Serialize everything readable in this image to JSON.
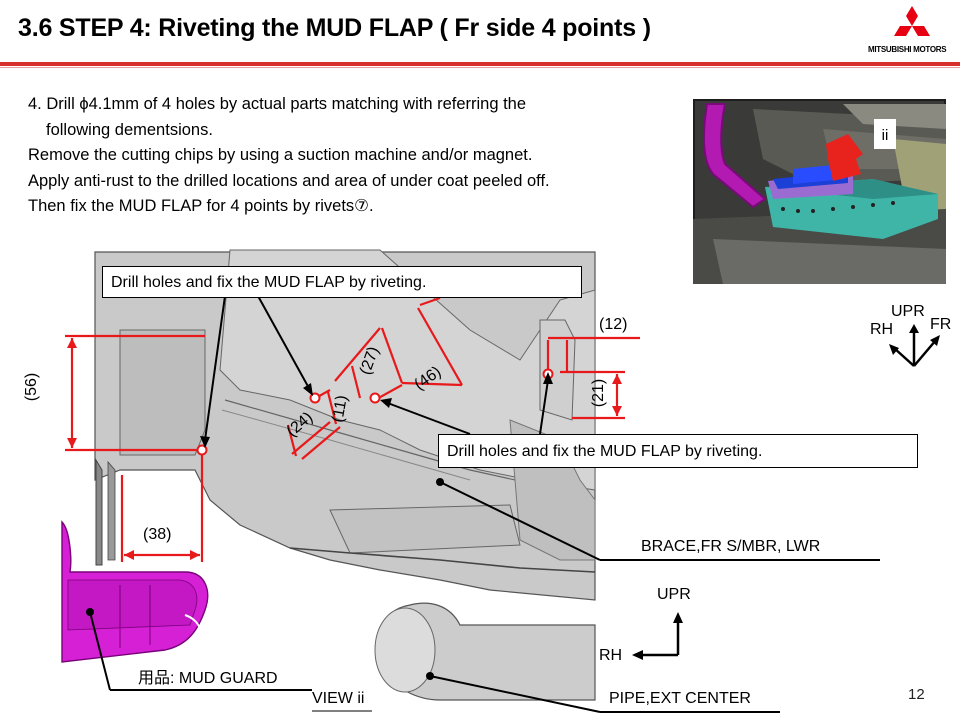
{
  "title": "3.6 STEP 4: Riveting the MUD FLAP ( Fr side 4 points )",
  "brand": {
    "name": "MITSUBISHI MOTORS",
    "accent": "#d8302c"
  },
  "instructions": [
    "4. Drill ϕ4.1mm of 4 holes by actual parts matching with referring the",
    "following dementsions.",
    "Remove the cutting chips by using a suction machine and/or magnet.",
    "Apply anti-rust to the drilled locations and area of under coat peeled off.",
    "Then fix the MUD FLAP for 4 points by rivets⑦."
  ],
  "callouts": {
    "top": "Drill holes and fix the MUD FLAP by riveting.",
    "middle": "Drill holes and fix the MUD FLAP by riveting."
  },
  "dimensions": [
    "(56)",
    "(38)",
    "(24)",
    "(11)",
    "(27)",
    "(46)",
    "(12)",
    "(21)"
  ],
  "labels": {
    "brace": "BRACE,FR S/MBR, LWR",
    "mud_guard": "用品: MUD GUARD",
    "view": "VIEW ii",
    "pipe": "PIPE,EXT CENTER"
  },
  "photo_marker": "ii",
  "orientation": {
    "upr": "UPR",
    "rh": "RH",
    "fr": "FR"
  },
  "orientation2": {
    "upr": "UPR",
    "rh": "RH"
  },
  "page_number": "12",
  "colors": {
    "dimension_red": "#e8191b",
    "mud_guard_magenta": "#d620d6",
    "part_gray": "#c9c9c9"
  }
}
